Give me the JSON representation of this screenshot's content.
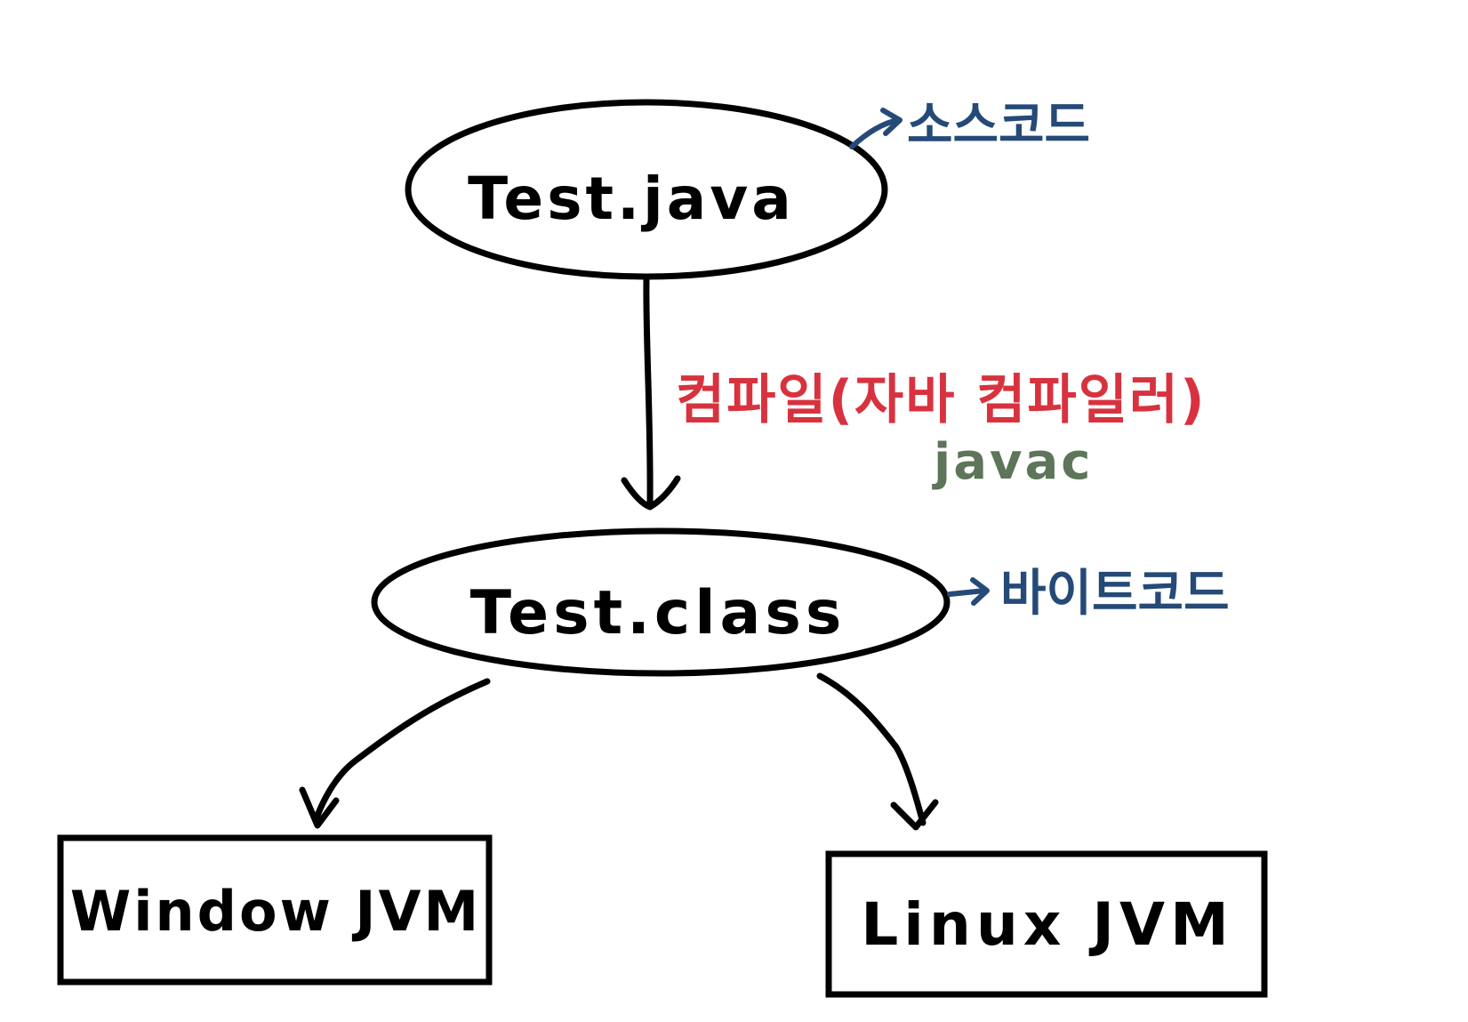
{
  "diagram": {
    "nodes": {
      "source_file": {
        "label": "Test.java"
      },
      "class_file": {
        "label": "Test.class"
      },
      "window_jvm": {
        "label": "Window JVM"
      },
      "linux_jvm": {
        "label": "Linux JVM"
      }
    },
    "annotations": {
      "source_code": {
        "label": "소스코드"
      },
      "bytecode": {
        "label": "바이트코드"
      },
      "compile": {
        "label": "컴파일(자바 컴파일러)"
      },
      "javac": {
        "label": "javac"
      }
    },
    "colors": {
      "stroke": "#000000",
      "annotation_blue": "#254a78",
      "compile_red": "#d8323f",
      "javac_green": "#5d7558"
    }
  }
}
